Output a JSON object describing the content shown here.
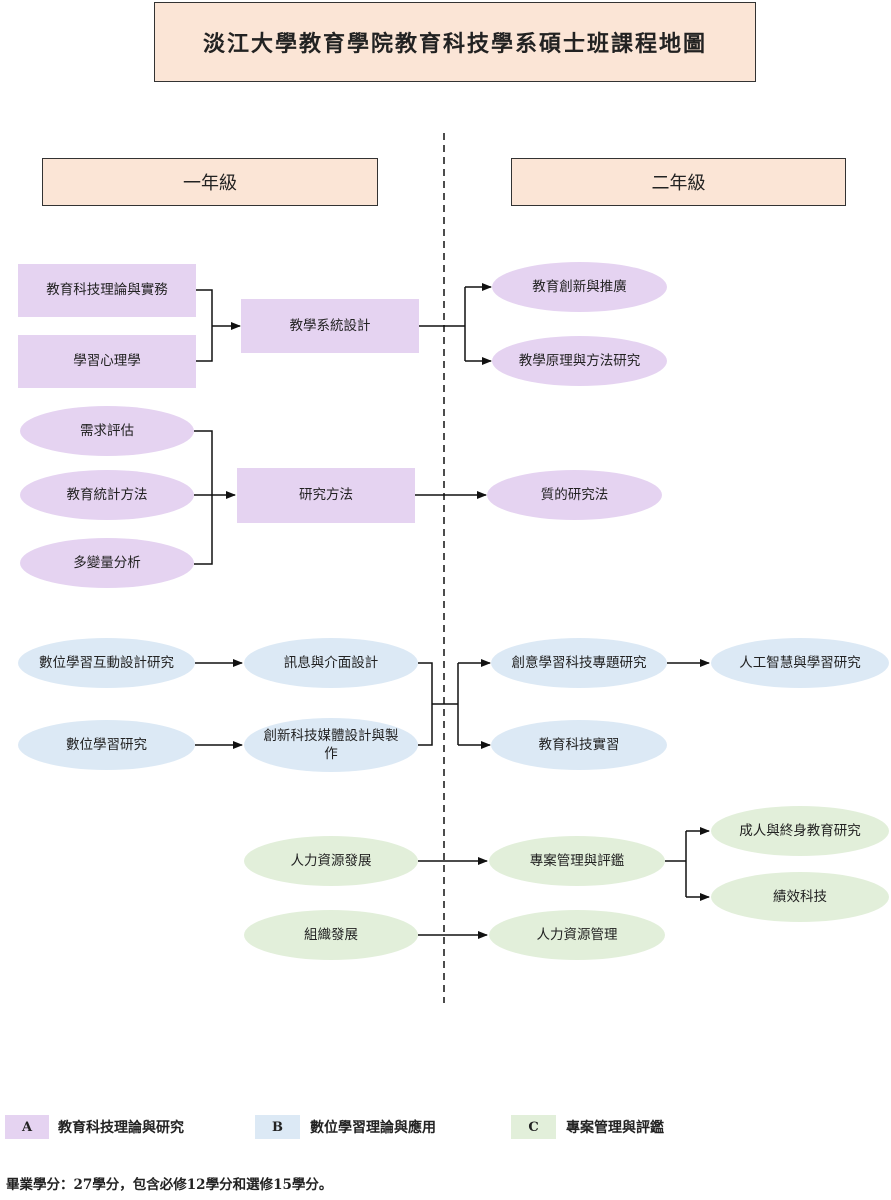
{
  "title": "淡江大學教育學院教育科技學系碩士班課程地圖",
  "years": {
    "first": "一年級",
    "second": "二年級"
  },
  "nodes": {
    "theory_practice": "教育科技理論與實務",
    "learning_psych": "學習心理學",
    "instr_design": "教學系統設計",
    "innovation": "教育創新與推廣",
    "teaching_principles": "教學原理與方法研究",
    "needs_assessment": "需求評估",
    "edu_statistics": "教育統計方法",
    "multivariate": "多變量分析",
    "research_methods": "研究方法",
    "qualitative": "質的研究法",
    "digital_interaction": "數位學習互動設計研究",
    "digital_learning": "數位學習研究",
    "message_interface": "訊息與介面設計",
    "media_production": "創新科技媒體設計與製作",
    "creative_tech": "創意學習科技專題研究",
    "ai_learning": "人工智慧與學習研究",
    "edtech_practicum": "教育科技實習",
    "hrd": "人力資源發展",
    "project_mgmt": "專案管理與評鑑",
    "adult_education": "成人與終身教育研究",
    "performance_tech": "績效科技",
    "org_development": "組織發展",
    "hr_management": "人力資源管理"
  },
  "legend": [
    {
      "code": "A",
      "label": "教育科技理論與研究",
      "color": "#e5d3f1"
    },
    {
      "code": "B",
      "label": "數位學習理論與應用",
      "color": "#dce9f5"
    },
    {
      "code": "C",
      "label": "專案管理與評鑑",
      "color": "#e2efda"
    }
  ],
  "footnote": "畢業學分：27學分，包含必修12學分和選修15學分。",
  "colors": {
    "header_fill": "#fbe5d6",
    "group_a": "#e5d3f1",
    "group_b": "#dce9f5",
    "group_c": "#e2efda",
    "line": "#111111"
  }
}
